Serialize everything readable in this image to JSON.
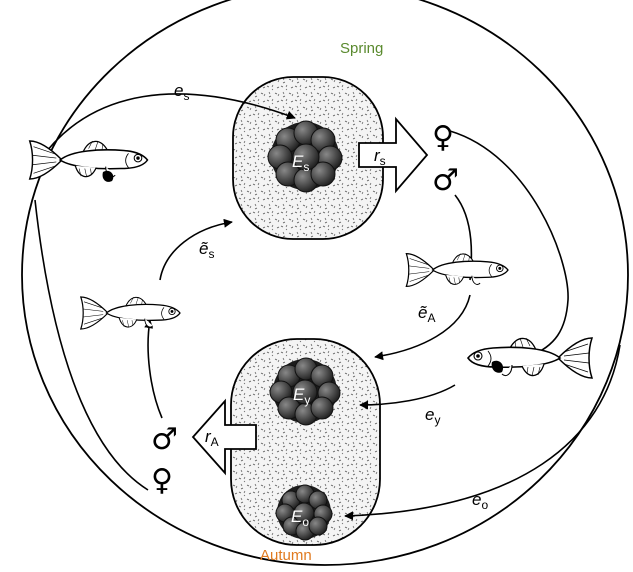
{
  "seasons": {
    "spring": {
      "label": "Spring",
      "color": "#5a8a2e"
    },
    "autumn": {
      "label": "Autumn",
      "color": "#e07a1f"
    }
  },
  "egg_banks": {
    "spring": {
      "eggs": [
        {
          "symbol": "E",
          "sub": "s"
        }
      ]
    },
    "autumn": {
      "eggs": [
        {
          "symbol": "E",
          "sub": "y"
        },
        {
          "symbol": "E",
          "sub": "o"
        }
      ]
    }
  },
  "transitions": {
    "e_s": {
      "symbol": "e",
      "sub": "s"
    },
    "r_s": {
      "symbol": "r",
      "sub": "s"
    },
    "e_tilde_s": {
      "symbol": "ẽ",
      "sub": "s"
    },
    "e_tilde_A": {
      "symbol": "ẽ",
      "sub": "A"
    },
    "e_y": {
      "symbol": "e",
      "sub": "y"
    },
    "e_o": {
      "symbol": "e",
      "sub": "o"
    },
    "r_A": {
      "symbol": "r",
      "sub": "A"
    }
  },
  "sex_symbols": {
    "spring": {
      "female": "♀",
      "male": "♂"
    },
    "autumn": {
      "male": "♂",
      "female": "♀"
    }
  },
  "icons": {
    "fish": "killifish-icon",
    "egg_cluster": "egg-cluster-icon",
    "female": "female-symbol-icon",
    "male": "male-symbol-icon"
  },
  "colors": {
    "stroke": "#000000",
    "egg": "#2f2f2f",
    "habitat": "#efefef"
  }
}
